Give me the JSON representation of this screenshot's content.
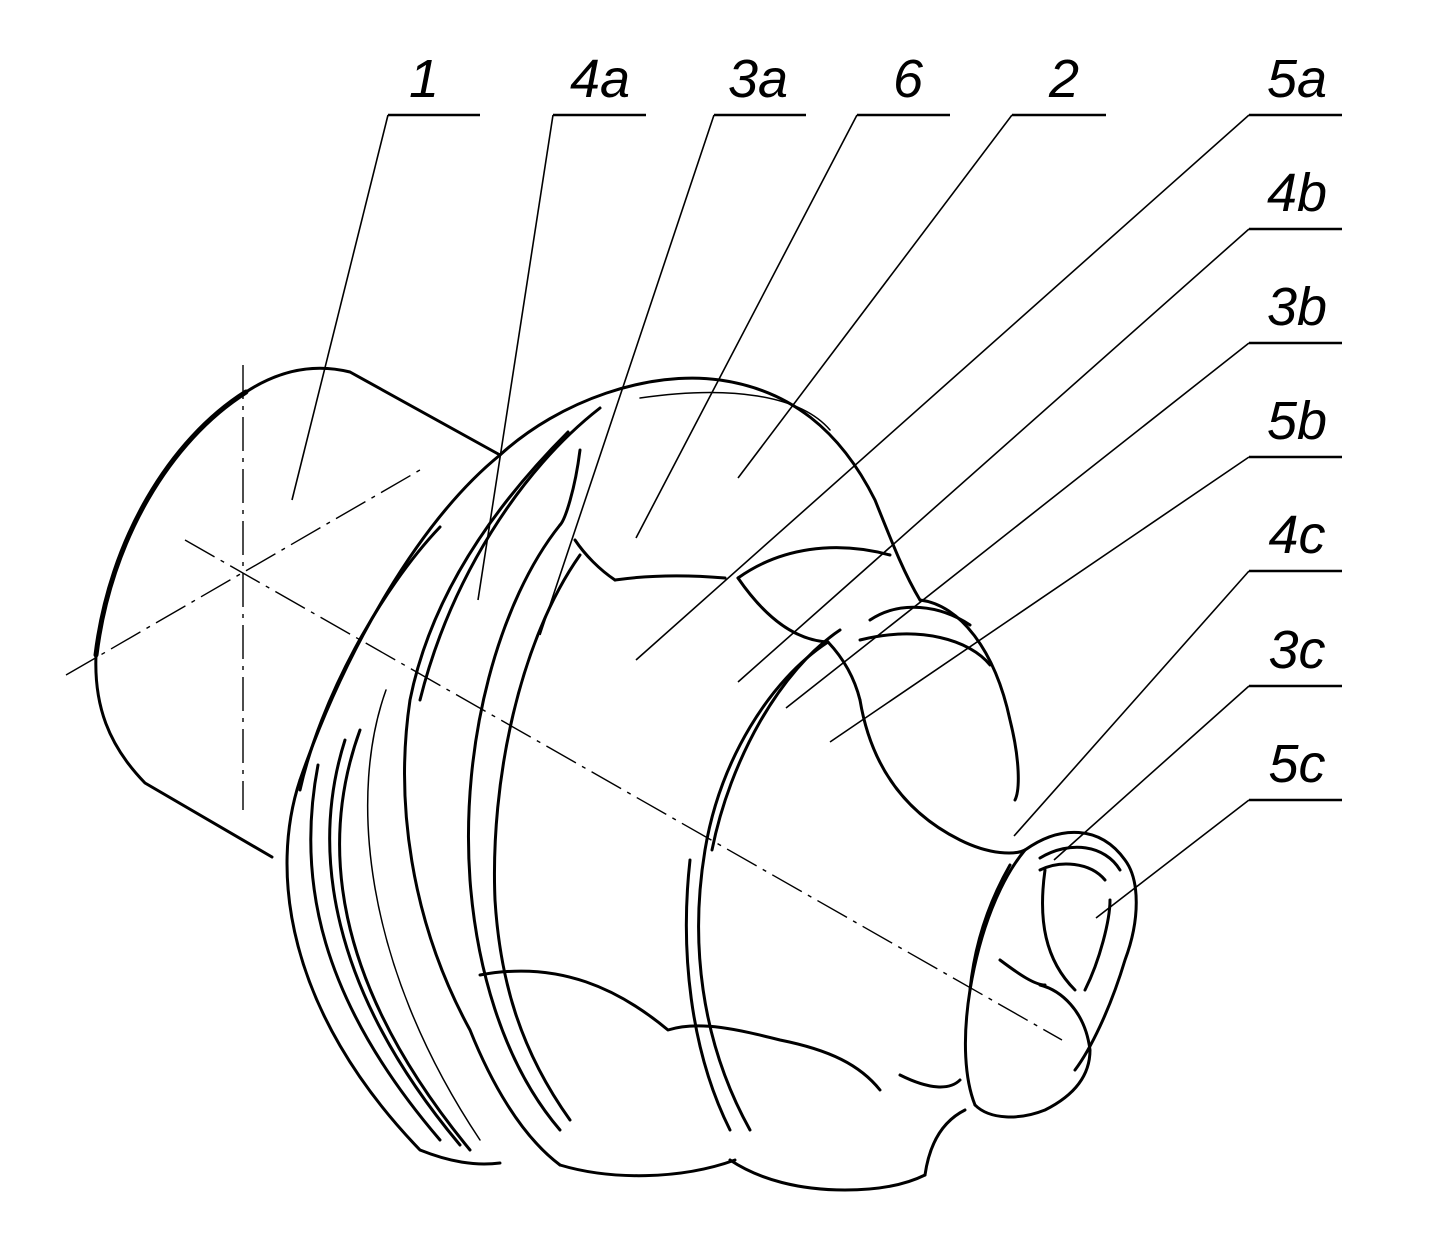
{
  "figure": {
    "labels": [
      {
        "id": "1",
        "text": "1"
      },
      {
        "id": "4a",
        "text": "4a"
      },
      {
        "id": "3a",
        "text": "3a"
      },
      {
        "id": "6",
        "text": "6"
      },
      {
        "id": "2",
        "text": "2"
      },
      {
        "id": "5a",
        "text": "5a"
      },
      {
        "id": "4b",
        "text": "4b"
      },
      {
        "id": "3b",
        "text": "3b"
      },
      {
        "id": "5b",
        "text": "5b"
      },
      {
        "id": "4c",
        "text": "4c"
      },
      {
        "id": "3c",
        "text": "3c"
      },
      {
        "id": "5c",
        "text": "5c"
      }
    ]
  }
}
